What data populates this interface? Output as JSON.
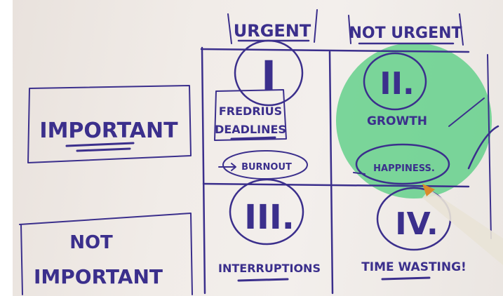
{
  "columns": {
    "urgent": "URGENT",
    "not_urgent": "NOT URGENT"
  },
  "rows": {
    "important": "IMPORTANT",
    "not_important_line1": "NOT",
    "not_important_line2": "IMPORTANT"
  },
  "quadrants": {
    "q1": {
      "numeral": "I",
      "text_line1": "FREDRIUS",
      "text_line2": "DEADLINES"
    },
    "q2": {
      "numeral": "II.",
      "text": "GROWTH"
    },
    "q3": {
      "numeral": "III.",
      "text": "INTERRUPTIONS"
    },
    "q4": {
      "numeral": "IV.",
      "text": "TIME WASTING!"
    }
  },
  "annotations": {
    "burnout": "BURNOUT",
    "happiness": "HAPPINESS."
  },
  "colors": {
    "ink": "#3b2f8c",
    "highlight": "#5fcf88",
    "board": "#f1ece8",
    "pen_body": "#e9e3d6",
    "pen_tip": "#d98b2a"
  }
}
